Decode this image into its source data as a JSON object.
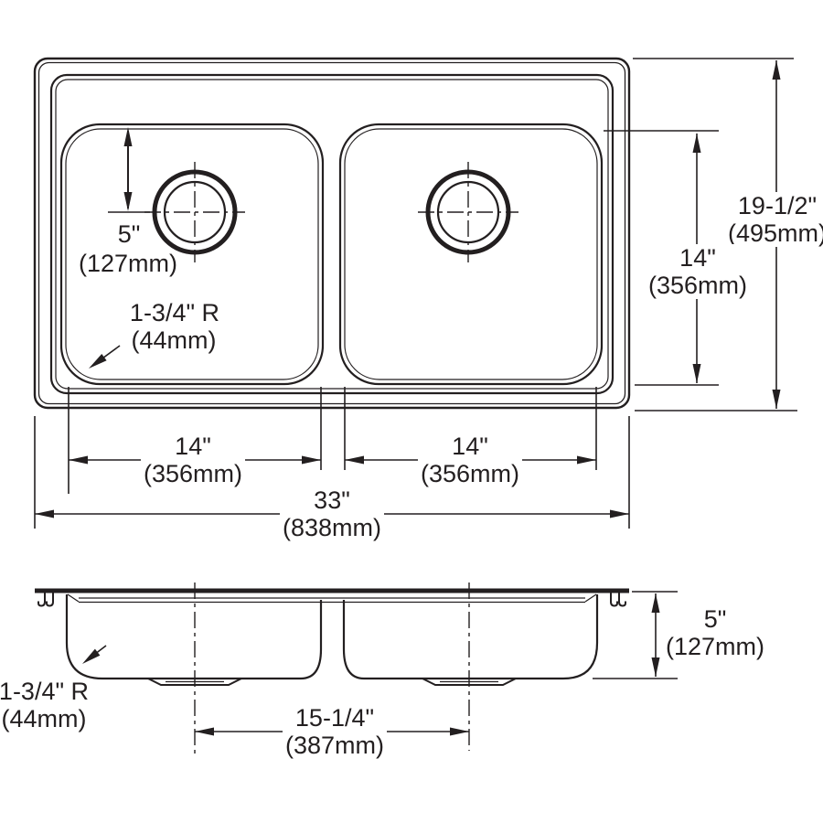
{
  "drawing_title": "double-bowl-sink-dimension-drawing",
  "colors": {
    "ink": "#231f20",
    "background": "#ffffff"
  },
  "top_view": {
    "hole_offset": {
      "in": "5\"",
      "mm": "(127mm)"
    },
    "corner_radius": {
      "label": "1-3/4\" R",
      "mm": "(44mm)"
    },
    "left_bowl_width": {
      "in": "14\"",
      "mm": "(356mm)"
    },
    "right_bowl_width": {
      "in": "14\"",
      "mm": "(356mm)"
    },
    "overall_width": {
      "in": "33\"",
      "mm": "(838mm)"
    },
    "overall_depth": {
      "in": "19-1/2\"",
      "mm": "(495mm)"
    },
    "bowl_depth": {
      "in": "14\"",
      "mm": "(356mm)"
    }
  },
  "side_view": {
    "bowl_height": {
      "in": "5\"",
      "mm": "(127mm)"
    },
    "corner_radius": {
      "label": "1-3/4\" R",
      "mm": "(44mm)"
    },
    "drain_spacing": {
      "in": "15-1/4\"",
      "mm": "(387mm)"
    }
  }
}
